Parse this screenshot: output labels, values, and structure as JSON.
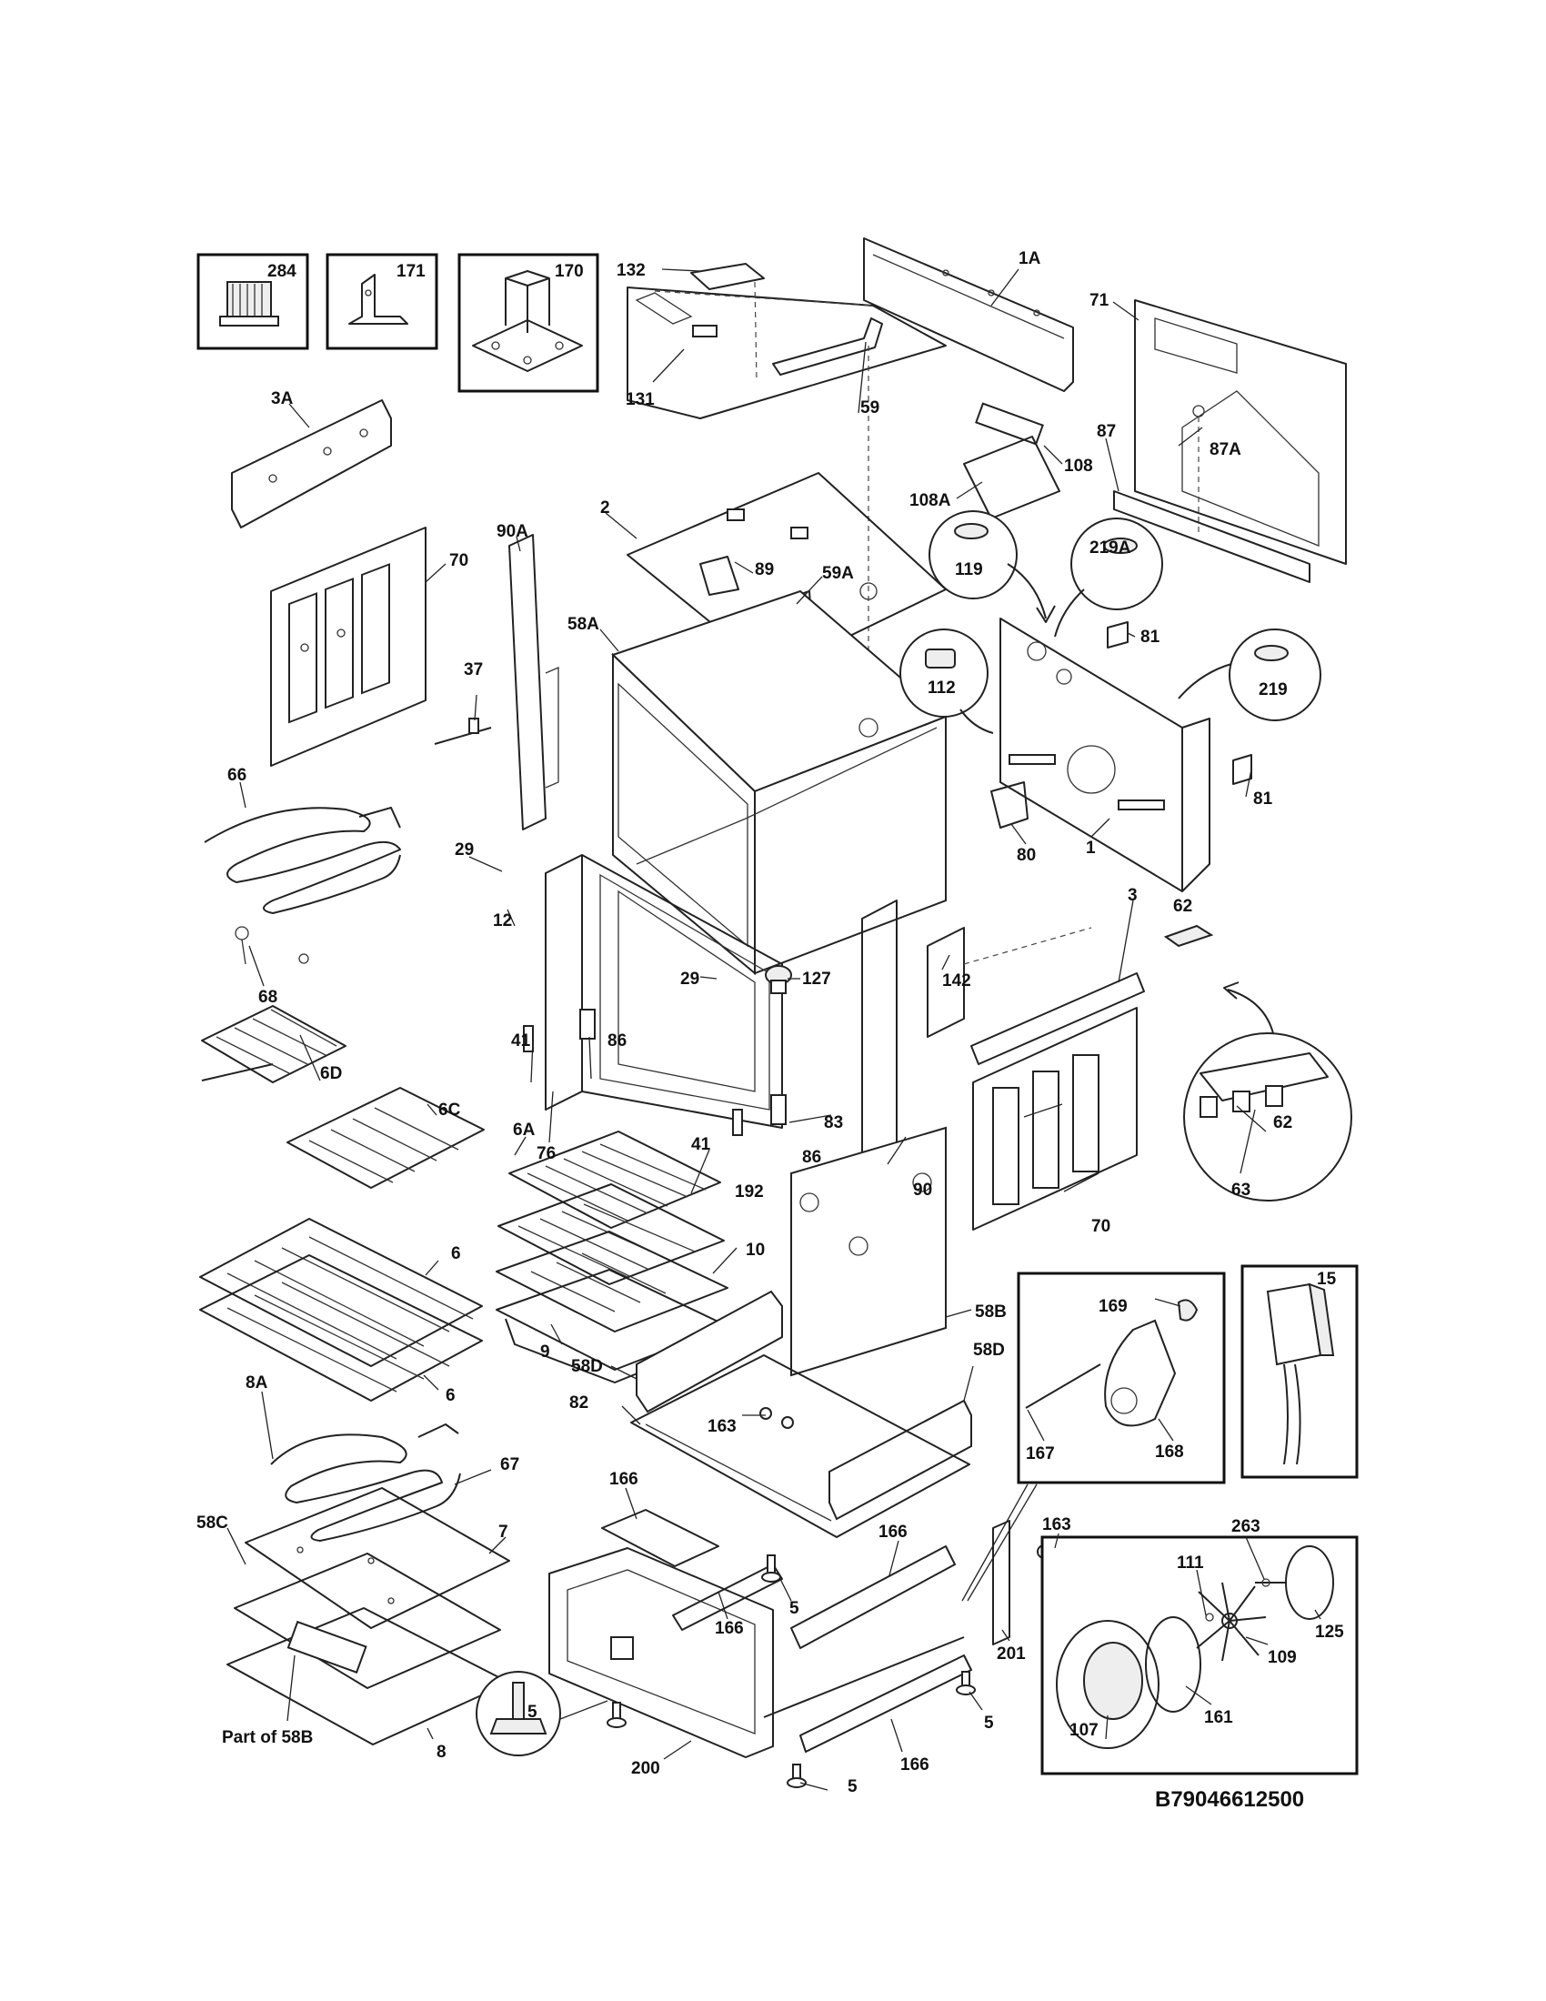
{
  "diagram_code": "B79046612500",
  "caption_part_of": "Part of 58B",
  "parts": {
    "p284": "284",
    "p171": "171",
    "p170": "170",
    "p132": "132",
    "p131": "131",
    "p1A": "1A",
    "p71": "71",
    "p3A": "3A",
    "p59": "59",
    "p108": "108",
    "p87": "87",
    "p87A": "87A",
    "p108A": "108A",
    "p2": "2",
    "p90A": "90A",
    "p70a": "70",
    "p89": "89",
    "p59A": "59A",
    "p119": "119",
    "p219A": "219A",
    "p58A": "58A",
    "p81a": "81",
    "p37": "37",
    "p112": "112",
    "p219": "219",
    "p66": "66",
    "p81b": "81",
    "p29a": "29",
    "p80": "80",
    "p1": "1",
    "p68": "68",
    "p12": "12",
    "p3": "3",
    "p62a": "62",
    "p29b": "29",
    "p127": "127",
    "p142": "142",
    "p6D": "6D",
    "p41a": "41",
    "p86a": "86",
    "p76": "76",
    "p6C": "6C",
    "p62b": "62",
    "p83": "83",
    "p6A": "6A",
    "p41b": "41",
    "p86b": "86",
    "p90": "90",
    "p192": "192",
    "p63": "63",
    "p70b": "70",
    "p6": "6",
    "p10": "10",
    "p15": "15",
    "p58B": "58B",
    "p9": "9",
    "p169": "169",
    "p58Da": "58D",
    "p58Db": "58D",
    "p8A": "8A",
    "p82": "82",
    "p163a": "163",
    "p67": "67",
    "p167": "167",
    "p168": "168",
    "p166a": "166",
    "p58C": "58C",
    "p7": "7",
    "p163b": "163",
    "p263": "263",
    "p166b": "166",
    "p111": "111",
    "p5a": "5",
    "p201": "201",
    "p166c": "166",
    "p125": "125",
    "p109": "109",
    "p5b": "5",
    "p161": "161",
    "p107": "107",
    "p5c": "5",
    "p8": "8",
    "p200": "200",
    "p166d": "166",
    "p5d": "5"
  }
}
